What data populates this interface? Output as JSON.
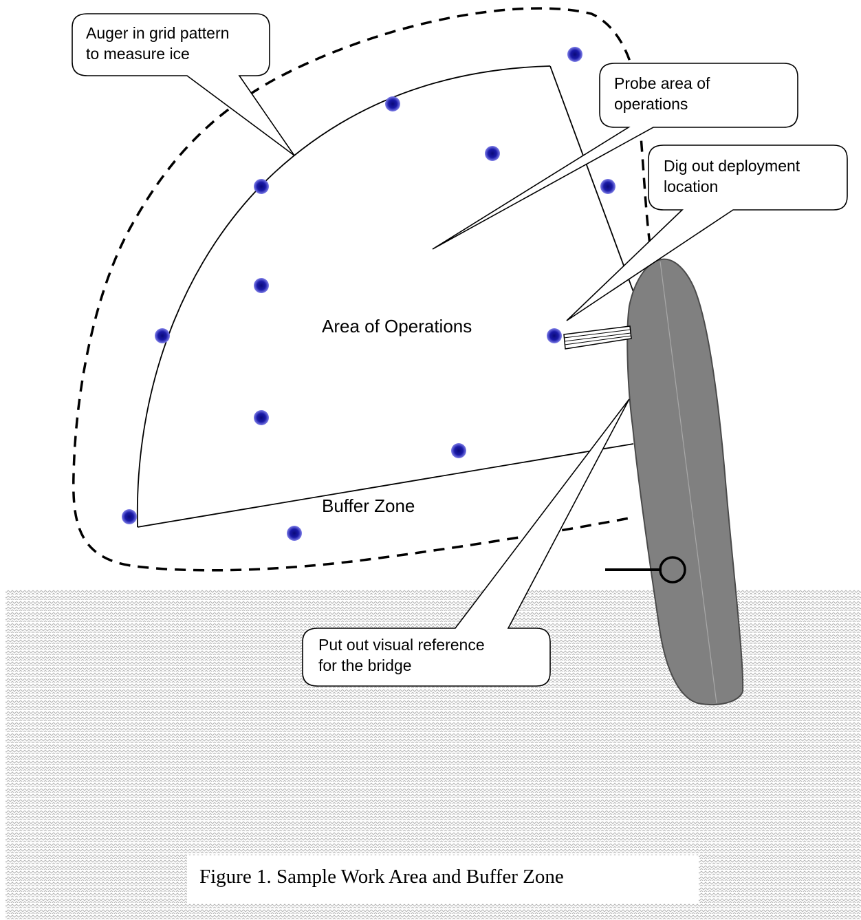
{
  "callouts": {
    "auger": {
      "line1": "Auger in grid pattern",
      "line2": "to measure ice"
    },
    "probe": {
      "line1": "Probe area of",
      "line2": "operations"
    },
    "dig": {
      "line1": "Dig out deployment",
      "line2": "location"
    },
    "visual": {
      "line1": "Put out visual reference",
      "line2": "for the bridge"
    }
  },
  "labels": {
    "area_of_operations": "Area of Operations",
    "buffer_zone": "Buffer Zone"
  },
  "caption": "Figure 1.  Sample Work Area and Buffer Zone",
  "colors": {
    "ship_hull": "#808080",
    "auger_hole": "#1a1a9e",
    "auger_hole_halo": "#6a6ae0",
    "water_pattern": "#b4b4b4"
  }
}
